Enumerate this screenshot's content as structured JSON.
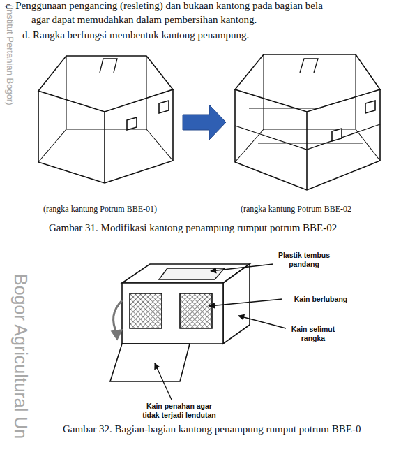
{
  "diagram": {
    "labels": [
      "c. Penggunaan pengancing (resleting) dan bukaan kantong pada bagian bela",
      "agar dapat memudahkan dalam pembersihan kantong.",
      "d. Rangka berfungsi membentuk kantong penampung.",
      "(Institut Pertanian Bogor)",
      "(rangka kantung Potrum BBE-01)",
      "(rangka kantung Potrum BBE-02",
      "Gambar 31. Modifikasi kantong penampung rumput potrum BBE-02",
      "Plastik tembus pandang",
      "Kain berlubang",
      "Kain selimut rangka",
      "Kain penahan agar tidak terjadi lendutan",
      "Gambar 32. Bagian-bagian kantong penampung rumput potrum BBE-0",
      "Bogor Agricultural Un"
    ]
  }
}
